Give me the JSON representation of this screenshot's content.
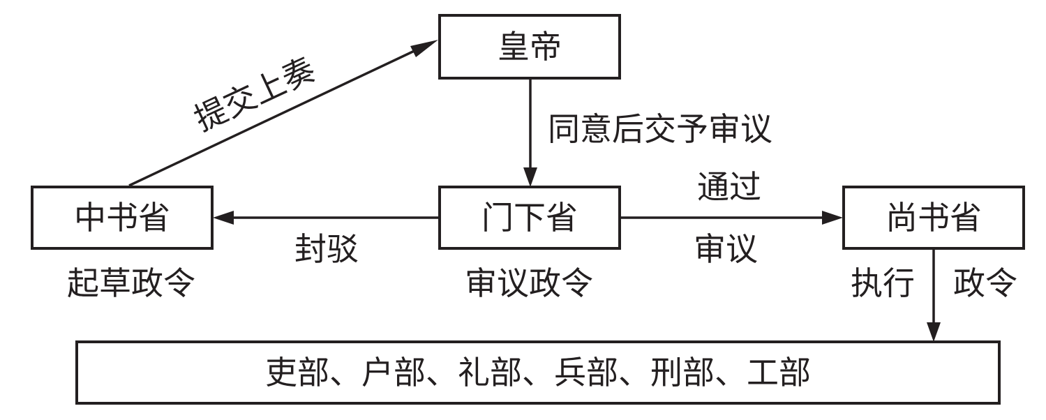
{
  "nodes": {
    "emperor": "皇帝",
    "zhongshu": "中书省",
    "menxia": "门下省",
    "shangshu": "尚书省",
    "six_ministries": "吏部、户部、礼部、兵部、刑部、工部"
  },
  "roles": {
    "zhongshu": "起草政令",
    "menxia": "审议政令"
  },
  "edges": {
    "submit": "提交上奏",
    "approve": "同意后交予审议",
    "reject": "封驳",
    "pass_top": "通过",
    "pass_bottom": "审议",
    "exec_left": "执行",
    "exec_right": "政令"
  }
}
